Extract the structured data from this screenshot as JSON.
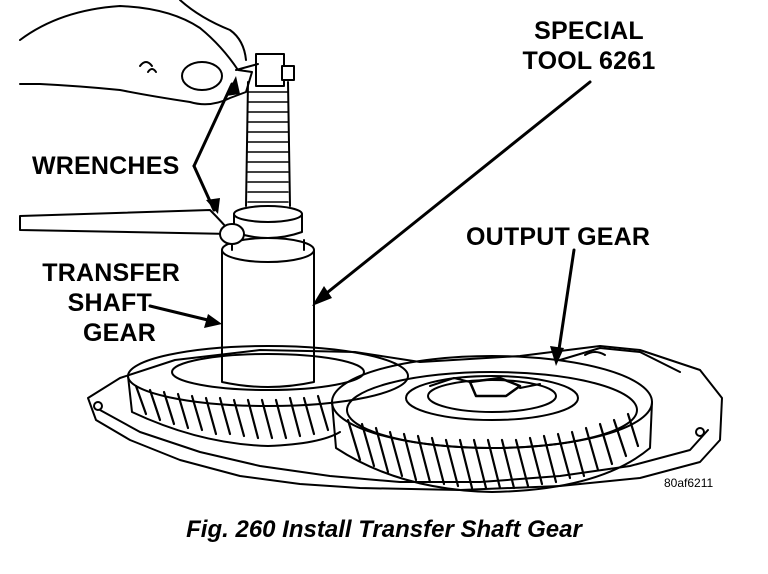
{
  "labels": {
    "special_tool": [
      "SPECIAL",
      "TOOL 6261"
    ],
    "wrenches": "WRENCHES",
    "output_gear": "OUTPUT GEAR",
    "transfer_shaft_gear": [
      "TRANSFER",
      "SHAFT",
      "GEAR"
    ]
  },
  "figure_id": "80af6211",
  "caption": "Fig. 260 Install Transfer Shaft Gear",
  "colors": {
    "ink": "#000000",
    "paper": "#ffffff"
  }
}
